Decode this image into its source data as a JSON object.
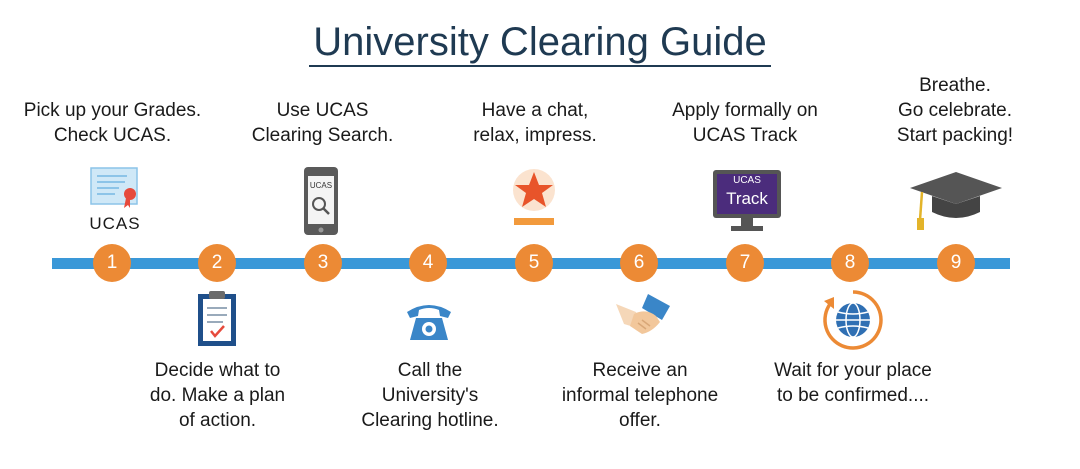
{
  "title": "University Clearing Guide",
  "steps": [
    {
      "number": "1",
      "label": "Pick up your Grades.\nCheck UCAS.",
      "icon": "ucas-certificate-icon",
      "icon_text": "UCAS"
    },
    {
      "number": "2",
      "label": "Decide what to\ndo. Make a plan\nof action.",
      "icon": "clipboard-checklist-icon"
    },
    {
      "number": "3",
      "label": "Use UCAS\nClearing Search.",
      "icon": "phone-search-icon",
      "icon_text": "UCAS"
    },
    {
      "number": "4",
      "label": "Call the\nUniversity's\nClearing hotline.",
      "icon": "telephone-icon"
    },
    {
      "number": "5",
      "label": "Have a chat,\nrelax, impress.",
      "icon": "star-icon"
    },
    {
      "number": "6",
      "label": "Receive an\ninformal telephone\noffer.",
      "icon": "handshake-icon"
    },
    {
      "number": "7",
      "label": "Apply formally on\nUCAS Track",
      "icon": "ucas-track-monitor-icon",
      "icon_text": "UCAS",
      "icon_text2": "Track"
    },
    {
      "number": "8",
      "label": "Wait for your place\nto be confirmed....",
      "icon": "globe-refresh-icon"
    },
    {
      "number": "9",
      "label": "Breathe.\nGo celebrate.\nStart packing!",
      "icon": "graduation-cap-icon"
    }
  ],
  "colors": {
    "timeline": "#3a98d8",
    "step_circle": "#ec8a35",
    "title": "#1f3a52"
  }
}
